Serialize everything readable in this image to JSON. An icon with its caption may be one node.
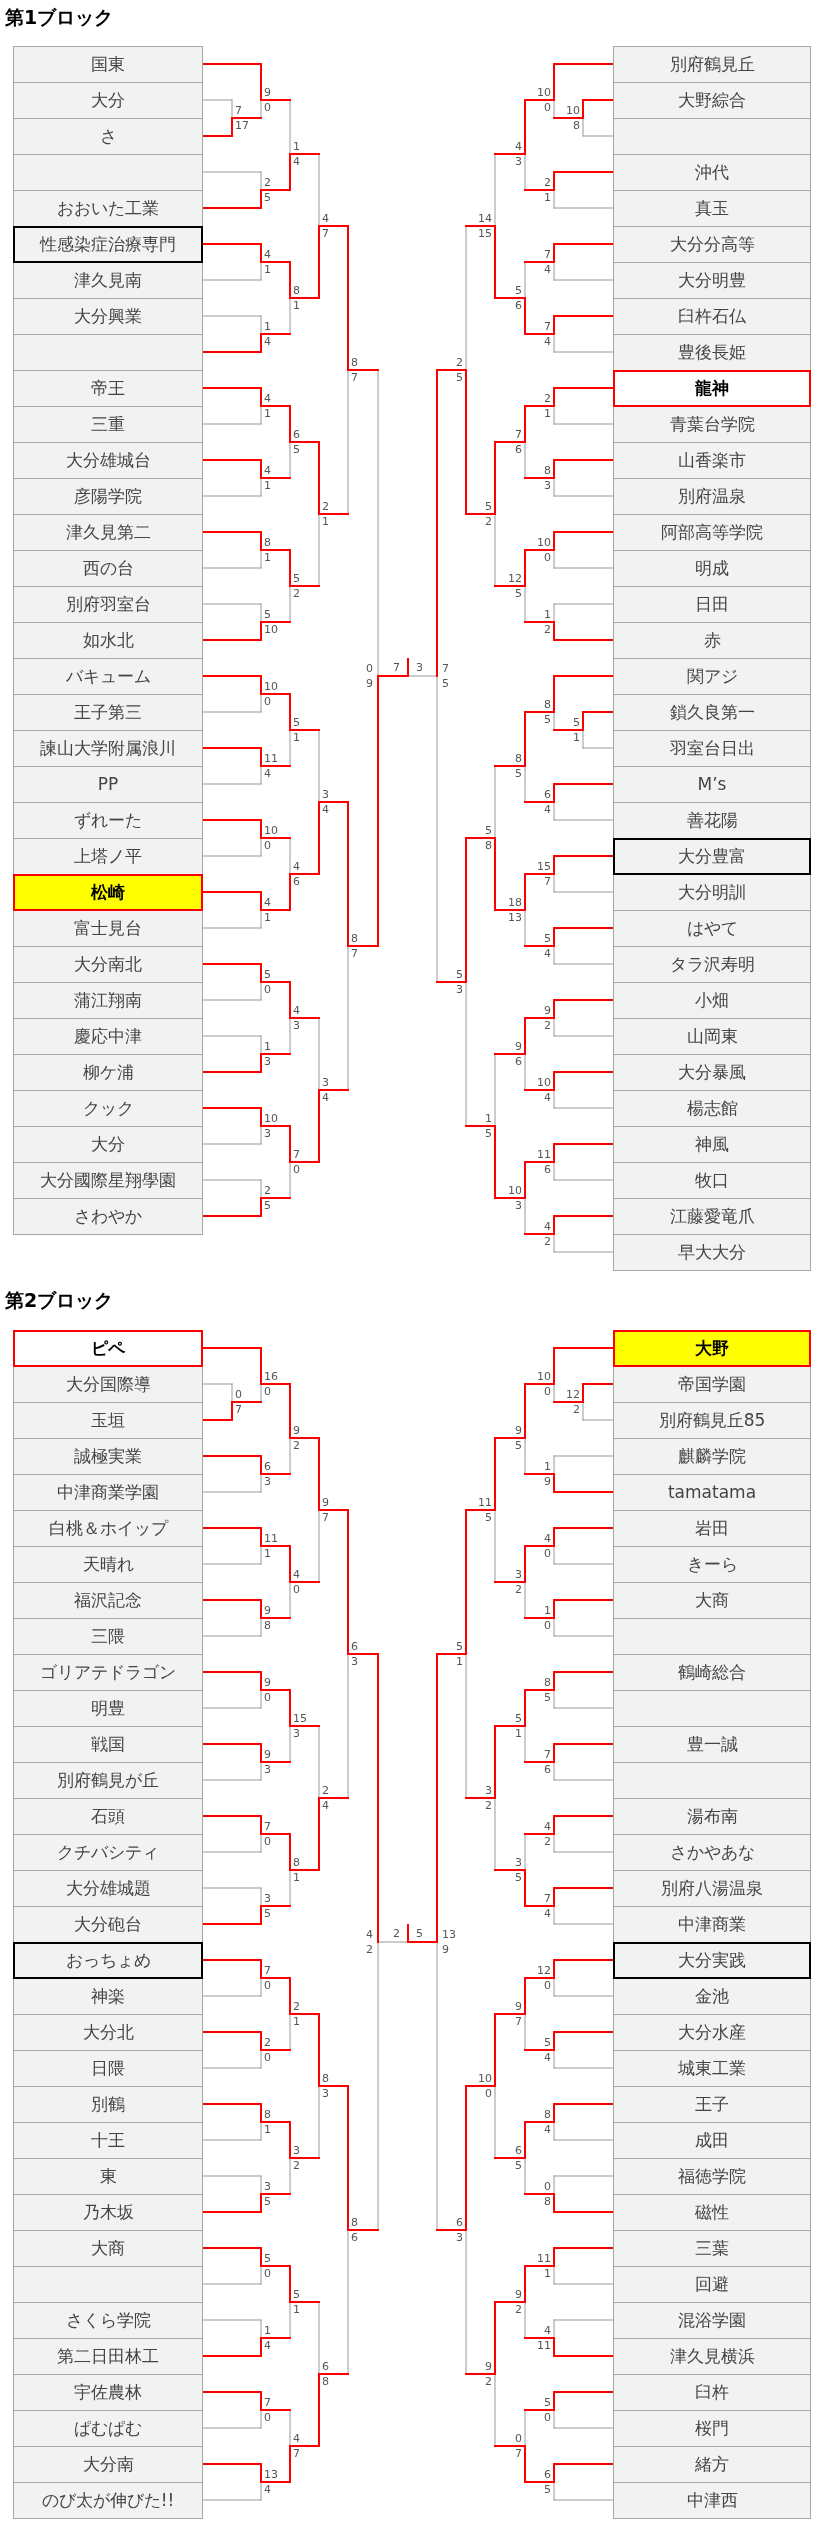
{
  "diagram": {
    "nodes": [
      {
        "text": [
          "国東"
        ]
      },
      {
        "text": [
          "大分"
        ]
      },
      {
        "text": [
          "さ"
        ]
      },
      {
        "text": [],
        "shape": "box"
      },
      {
        "text": [
          "おおいた工業"
        ]
      },
      {
        "text": [
          "性感染症治療専門"
        ]
      },
      {
        "text": [
          "津久見南"
        ]
      },
      {
        "text": [
          "大分興業"
        ]
      },
      {
        "text": [],
        "shape": "box"
      },
      {
        "text": [
          "帝王"
        ]
      },
      {
        "text": [
          "三重"
        ]
      },
      {
        "text": [
          "大分雄城台"
        ]
      },
      {
        "text": [
          "彦陽学院"
        ]
      },
      {
        "text": [
          "津久見第二"
        ]
      },
      {
        "text": [
          "西の台"
        ]
      },
      {
        "text": [
          "別府羽室台"
        ]
      },
      {
        "text": [
          "如水北"
        ]
      },
      {
        "text": [
          "バキューム"
        ]
      },
      {
        "text": [
          "王子第三"
        ]
      },
      {
        "text": [
          "諫山大学附属浪川"
        ]
      },
      {
        "text": [
          "PP"
        ]
      },
      {
        "text": [
          "ずれーた"
        ]
      },
      {
        "text": [
          "上塔ノ平"
        ]
      },
      {
        "text": [
          "松崎"
        ]
      },
      {
        "text": [
          "富士見台"
        ]
      },
      {
        "text": [
          "大分南北"
        ]
      },
      {
        "text": [
          "蒲江翔南"
        ]
      },
      {
        "text": [
          "慶応中津"
        ]
      },
      {
        "text": [
          "柳ケ浦"
        ]
      },
      {
        "text": [
          "クック"
        ]
      },
      {
        "text": [
          "大分"
        ]
      },
      {
        "text": [
          "大分國際星翔學園"
        ]
      },
      {
        "text": [
          "さわやか"
        ]
      },
      {
        "text": [
          "別府鶴見丘"
        ]
      },
      {
        "text": [
          "大野綜合"
        ]
      },
      {
        "text": [],
        "shape": "box"
      },
      {
        "text": [
          "沖代"
        ]
      },
      {
        "text": [
          "真玉"
        ]
      },
      {
        "text": [
          "大分分高等"
        ]
      },
      {
        "text": [
          "大分明豊"
        ]
      },
      {
        "text": [
          "臼杵石仏"
        ]
      },
      {
        "text": [
          "豊後長姫"
        ]
      },
      {
        "text": [
          "龍神"
        ]
      },
      {
        "text": [
          "青葉台学院"
        ]
      },
      {
        "text": [
          "山香楽市"
        ]
      },
      {
        "text": [
          "別府温泉"
        ]
      },
      {
        "text": [
          "阿部高等学院"
        ]
      },
      {
        "text": [
          "明成"
        ]
      },
      {
        "text": [
          "日田"
        ]
      },
      {
        "text": [
          "赤"
        ]
      },
      {
        "text": [
          "関アジ"
        ]
      },
      {
        "text": [
          "鎖久良第一"
        ]
      },
      {
        "text": [
          "羽室台日出"
        ]
      },
      {
        "text": [
          "M’s"
        ]
      },
      {
        "text": [
          "善花陽"
        ]
      },
      {
        "text": [
          "大分豊富"
        ]
      },
      {
        "text": [
          "大分明訓"
        ]
      },
      {
        "text": [
          "はやて"
        ]
      },
      {
        "text": [
          "タラ沢寿明"
        ]
      },
      {
        "text": [
          "小畑"
        ]
      },
      {
        "text": [
          "山岡東"
        ]
      },
      {
        "text": [
          "大分暴風"
        ]
      },
      {
        "text": [
          "楊志館"
        ]
      },
      {
        "text": [
          "神風"
        ]
      },
      {
        "text": [
          "牧口"
        ]
      },
      {
        "text": [
          "江藤愛竜爪"
        ]
      },
      {
        "text": [
          "早大大分"
        ]
      },
      {
        "text": [
          "ピペ"
        ]
      },
      {
        "text": [
          "大分国際導"
        ]
      },
      {
        "text": [
          "玉垣"
        ]
      },
      {
        "text": [
          "誠極実業"
        ]
      },
      {
        "text": [
          "中津商業学園"
        ]
      },
      {
        "text": [
          "白桃＆ホイップ"
        ]
      },
      {
        "text": [
          "天晴れ"
        ]
      },
      {
        "text": [
          "福沢記念"
        ]
      },
      {
        "text": [
          "三隈"
        ]
      },
      {
        "text": [
          "ゴリアテドラゴン"
        ]
      },
      {
        "text": [
          "明豊"
        ]
      },
      {
        "text": [
          "戦国"
        ]
      },
      {
        "text": [
          "別府鶴見が丘"
        ]
      },
      {
        "text": [
          "石頭"
        ]
      },
      {
        "text": [
          "クチバシティ"
        ]
      },
      {
        "text": [
          "大分雄城題"
        ]
      },
      {
        "text": [
          "大分砲台"
        ]
      },
      {
        "text": [
          "おっちょめ"
        ]
      },
      {
        "text": [
          "神楽"
        ]
      },
      {
        "text": [
          "大分北"
        ]
      },
      {
        "text": [
          "日隈"
        ]
      },
      {
        "text": [
          "別鶴"
        ]
      },
      {
        "text": [
          "十王"
        ]
      },
      {
        "text": [
          "東"
        ]
      },
      {
        "text": [
          "乃木坂"
        ]
      },
      {
        "text": [
          "大商"
        ]
      },
      {
        "text": [],
        "shape": "box"
      },
      {
        "text": [
          "さくら学院"
        ]
      },
      {
        "text": [
          "第二日田林工"
        ]
      },
      {
        "text": [
          "宇佐農林"
        ]
      },
      {
        "text": [
          "ぱむぱむ"
        ]
      },
      {
        "text": [
          "大分南"
        ]
      },
      {
        "text": [
          "のび太が伸びた!!"
        ]
      },
      {
        "text": [
          "大野"
        ]
      },
      {
        "text": [
          "帝国学園"
        ]
      },
      {
        "text": [
          "別府鶴見丘85"
        ]
      },
      {
        "text": [
          "麒麟学院"
        ]
      },
      {
        "text": [
          "tamatama"
        ]
      },
      {
        "text": [
          "岩田"
        ]
      },
      {
        "text": [
          "きーら"
        ]
      },
      {
        "text": [
          "大商"
        ]
      },
      {
        "text": [],
        "shape": "box"
      },
      {
        "text": [
          "鶴崎総合"
        ]
      },
      {
        "text": [],
        "shape": "box"
      },
      {
        "text": [
          "豊一誠"
        ]
      },
      {
        "text": [],
        "shape": "box"
      },
      {
        "text": [
          "湯布南"
        ]
      },
      {
        "text": [
          "さかやあな"
        ]
      },
      {
        "text": [
          "別府八湯温泉"
        ]
      },
      {
        "text": [
          "中津商業"
        ]
      },
      {
        "text": [
          "大分実践"
        ]
      },
      {
        "text": [
          "金池"
        ]
      },
      {
        "text": [
          "大分水産"
        ]
      },
      {
        "text": [
          "城東工業"
        ]
      },
      {
        "text": [
          "王子"
        ]
      },
      {
        "text": [
          "成田"
        ]
      },
      {
        "text": [
          "福徳学院"
        ]
      },
      {
        "text": [
          "磁性"
        ]
      },
      {
        "text": [
          "三葉"
        ]
      },
      {
        "text": [
          "回避"
        ]
      },
      {
        "text": [
          "混浴学園"
        ]
      },
      {
        "text": [
          "津久見横浜"
        ]
      },
      {
        "text": [
          "臼杵"
        ]
      },
      {
        "text": [
          "桜門"
        ]
      },
      {
        "text": [
          "緒方"
        ]
      },
      {
        "text": [
          "中津西"
        ]
      }
    ],
    "labels": [
      "第1ブロック",
      "7",
      "17",
      "9",
      "0",
      "2",
      "5",
      "1",
      "4",
      "4",
      "1",
      "1",
      "4",
      "8",
      "1",
      "4",
      "7",
      "4",
      "1",
      "4",
      "1",
      "6",
      "5",
      "8",
      "1",
      "5",
      "10",
      "5",
      "2",
      "2",
      "1",
      "8",
      "7",
      "10",
      "0",
      "11",
      "4",
      "5",
      "1",
      "10",
      "0",
      "4",
      "1",
      "4",
      "6",
      "3",
      "4",
      "5",
      "0",
      "1",
      "3",
      "4",
      "3",
      "10",
      "3",
      "2",
      "5",
      "7",
      "0",
      "3",
      "4",
      "8",
      "7",
      "0",
      "9",
      "10",
      "8",
      "10",
      "0",
      "2",
      "1",
      "4",
      "3",
      "7",
      "4",
      "7",
      "4",
      "5",
      "6",
      "14",
      "15",
      "2",
      "1",
      "8",
      "3",
      "7",
      "6",
      "10",
      "0",
      "1",
      "2",
      "12",
      "5",
      "5",
      "2",
      "2",
      "5",
      "5",
      "1",
      "8",
      "5",
      "6",
      "4",
      "8",
      "5",
      "15",
      "7",
      "5",
      "4",
      "18",
      "13",
      "5",
      "8",
      "9",
      "2",
      "10",
      "4",
      "9",
      "6",
      "11",
      "6",
      "4",
      "2",
      "10",
      "3",
      "1",
      "5",
      "5",
      "3",
      "7",
      "5",
      "7",
      "3",
      "第2ブロック",
      "0",
      "7",
      "16",
      "0",
      "6",
      "3",
      "9",
      "2",
      "11",
      "1",
      "9",
      "8",
      "4",
      "0",
      "9",
      "7",
      "9",
      "0",
      "9",
      "3",
      "15",
      "3",
      "7",
      "0",
      "3",
      "5",
      "8",
      "1",
      "2",
      "4",
      "6",
      "3",
      "7",
      "0",
      "2",
      "0",
      "2",
      "1",
      "8",
      "1",
      "3",
      "5",
      "3",
      "2",
      "8",
      "3",
      "5",
      "0",
      "1",
      "4",
      "5",
      "1",
      "7",
      "0",
      "13",
      "4",
      "4",
      "7",
      "6",
      "8",
      "8",
      "6",
      "4",
      "2",
      "12",
      "2",
      "10",
      "0",
      "1",
      "9",
      "9",
      "5",
      "4",
      "0",
      "1",
      "0",
      "3",
      "2",
      "11",
      "5",
      "8",
      "5",
      "7",
      "6",
      "5",
      "1",
      "4",
      "2",
      "7",
      "4",
      "3",
      "5",
      "3",
      "2",
      "5",
      "1",
      "12",
      "0",
      "5",
      "4",
      "9",
      "7",
      "8",
      "4",
      "0",
      "8",
      "6",
      "5",
      "10",
      "0",
      "11",
      "1",
      "4",
      "11",
      "9",
      "2",
      "5",
      "0",
      "6",
      "5",
      "0",
      "7",
      "9",
      "2",
      "6",
      "3",
      "13",
      "9",
      "2",
      "5"
    ]
  }
}
